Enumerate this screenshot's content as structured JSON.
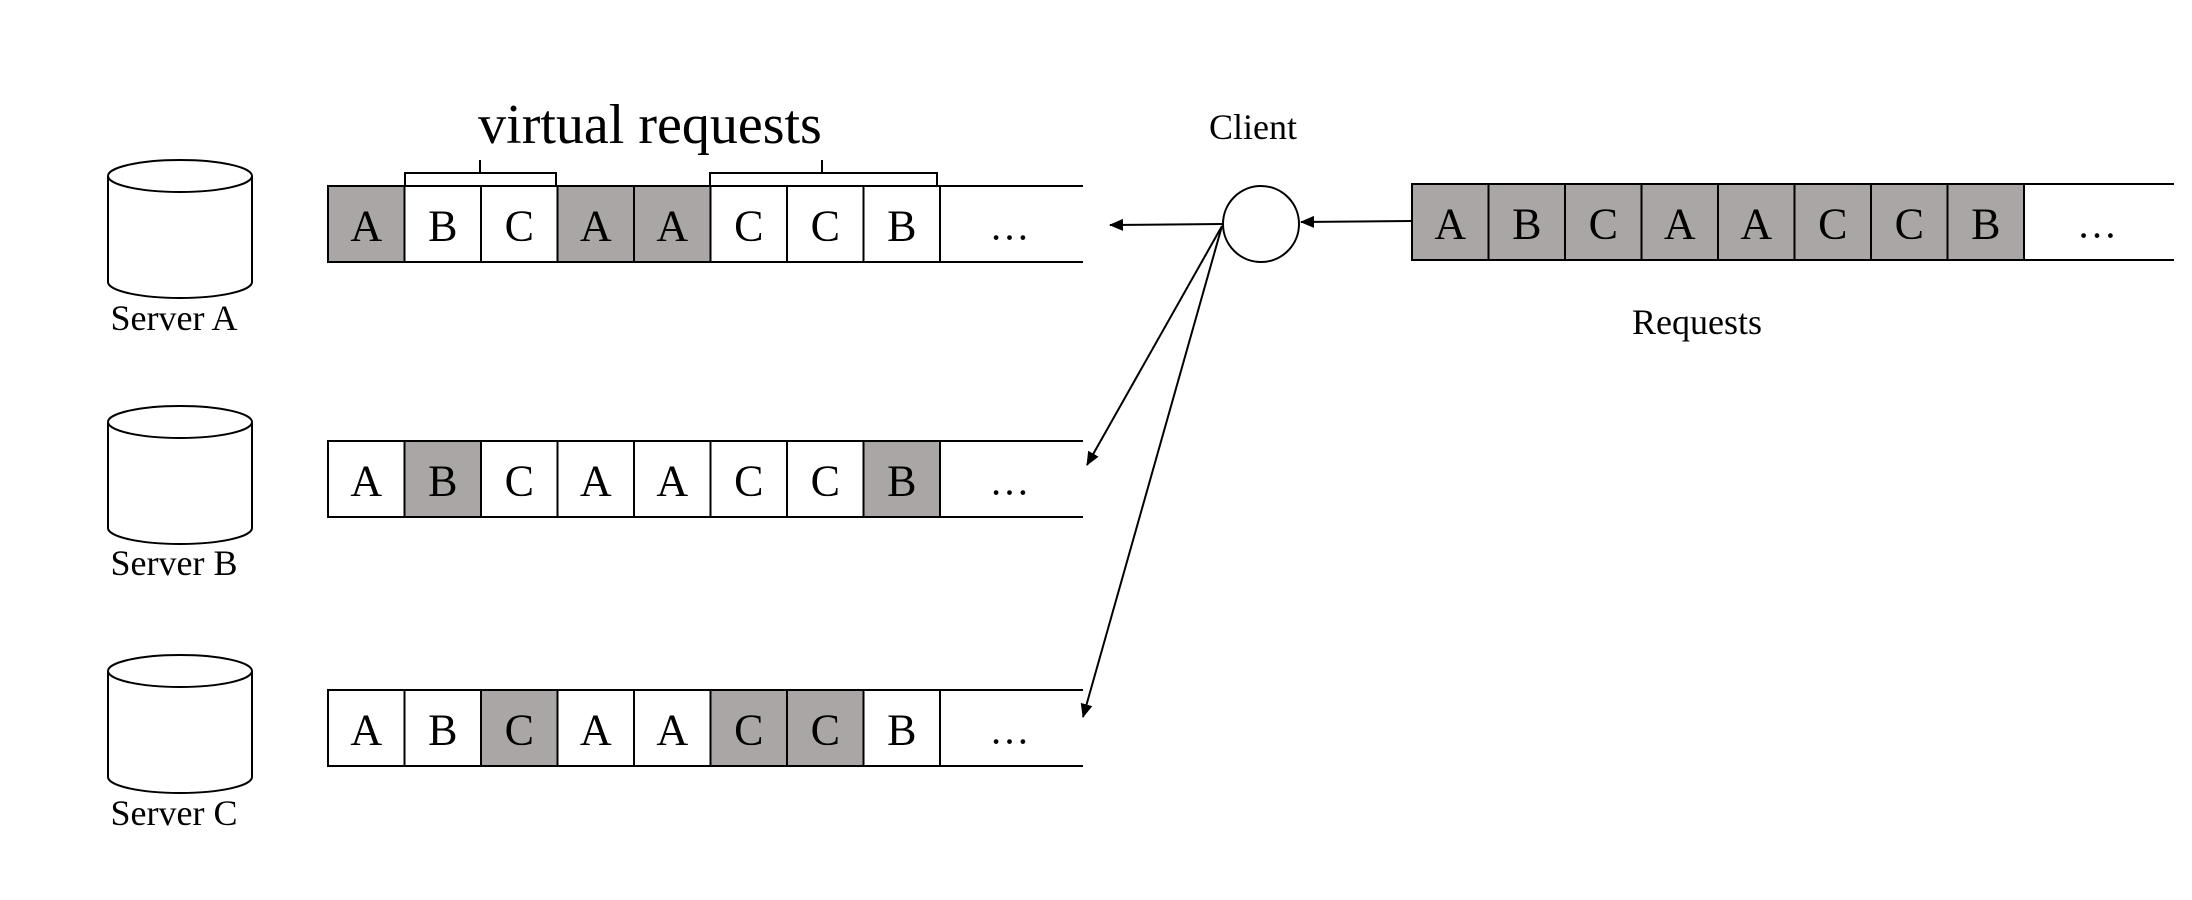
{
  "title": "virtual  requests",
  "client_label": "Client",
  "requests_label": "Requests",
  "ellipsis": "…",
  "colors": {
    "shaded": "#aaa6a6",
    "plain": "#ffffff",
    "stroke": "#000000"
  },
  "servers": [
    {
      "label": "Server A",
      "cells": [
        "A",
        "B",
        "C",
        "A",
        "A",
        "C",
        "C",
        "B"
      ],
      "shaded": [
        true,
        false,
        false,
        true,
        true,
        false,
        false,
        false
      ]
    },
    {
      "label": "Server B",
      "cells": [
        "A",
        "B",
        "C",
        "A",
        "A",
        "C",
        "C",
        "B"
      ],
      "shaded": [
        false,
        true,
        false,
        false,
        false,
        false,
        false,
        true
      ]
    },
    {
      "label": "Server C",
      "cells": [
        "A",
        "B",
        "C",
        "A",
        "A",
        "C",
        "C",
        "B"
      ],
      "shaded": [
        false,
        false,
        true,
        false,
        false,
        true,
        true,
        false
      ]
    }
  ],
  "requests": {
    "cells": [
      "A",
      "B",
      "C",
      "A",
      "A",
      "C",
      "C",
      "B"
    ],
    "shaded": [
      true,
      true,
      true,
      true,
      true,
      true,
      true,
      true
    ]
  }
}
